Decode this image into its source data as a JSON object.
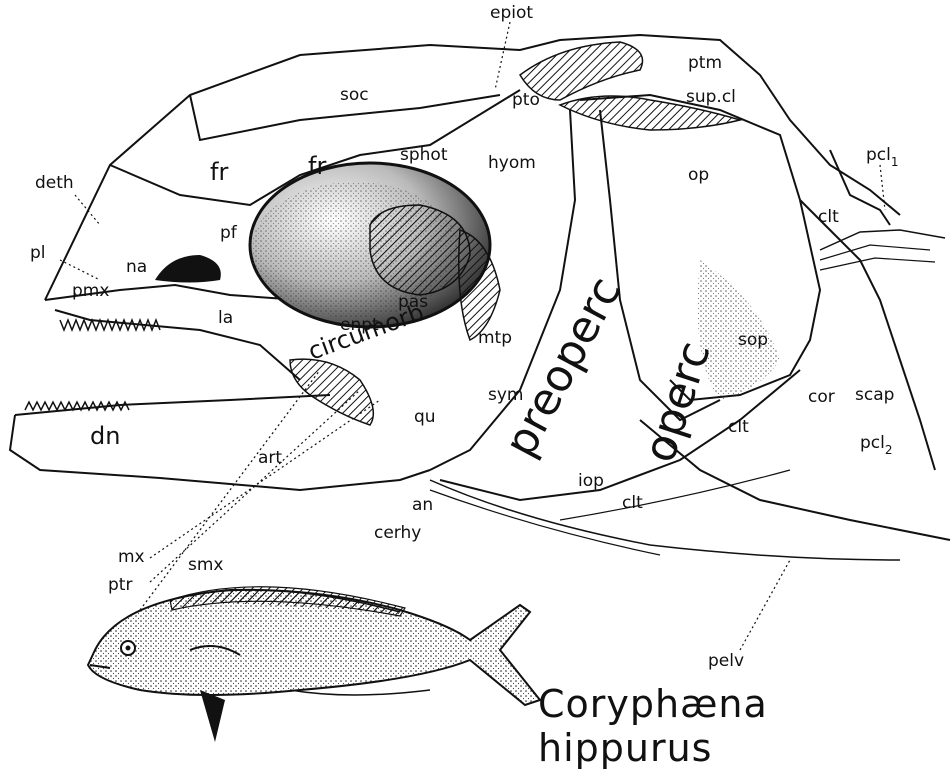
{
  "figure": {
    "caption": "Coryphæna hippurus",
    "labels": {
      "epiot": "epiot",
      "ptm": "ptm",
      "soc": "soc",
      "pto": "pto",
      "sup_cl": "sup.cl",
      "fr_1": "fr",
      "fr_2": "fr",
      "sphot": "sphot",
      "hyom": "hyom",
      "op": "op",
      "pcl1": "pcl",
      "pcl1_sub": "1",
      "deth": "deth",
      "pf": "pf",
      "clt_1": "clt",
      "pl": "pl",
      "na": "na",
      "pmx": "pmx",
      "la": "la",
      "pas": "pas",
      "enpt": "enpt",
      "circumorb": "circumorb",
      "mtp": "mtp",
      "preoperc": "preoperc",
      "operc": "operc",
      "sop": "sop",
      "cor": "cor",
      "scap": "scap",
      "pcl2": "pcl",
      "pcl2_sub": "2",
      "dn": "dn",
      "art": "art",
      "qu": "qu",
      "sym": "sym",
      "clt_2": "clt",
      "iop": "iop",
      "clt_3": "clt",
      "an": "an",
      "cerhy": "cerhy",
      "mx": "mx",
      "smx": "smx",
      "ptr": "ptr",
      "pelv": "pelv"
    }
  }
}
